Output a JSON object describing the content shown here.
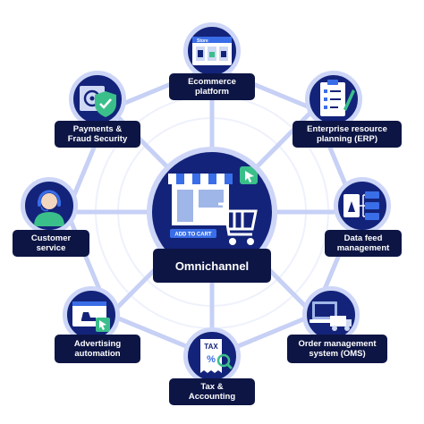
{
  "center": {
    "label": "Omnichannel",
    "cart_button": "ADD TO CART"
  },
  "nodes": [
    {
      "label": "Ecommerce\nplatform",
      "icon": "store-icon",
      "store_text": "Store"
    },
    {
      "label": "Enterprise resource\nplanning (ERP)",
      "icon": "checklist-icon"
    },
    {
      "label": "Data feed\nmanagement",
      "icon": "data-feed-icon"
    },
    {
      "label": "Order management\nsystem (OMS)",
      "icon": "laptop-truck-icon"
    },
    {
      "label": "Tax &\nAccounting",
      "icon": "tax-receipt-icon",
      "tax_text": "TAX"
    },
    {
      "label": "Advertising\nautomation",
      "icon": "ad-cursor-icon"
    },
    {
      "label": "Customer\nservice",
      "icon": "headset-agent-icon"
    },
    {
      "label": "Payments &\nFraud Security",
      "icon": "safe-shield-icon"
    }
  ],
  "colors": {
    "node_fill": "#13237a",
    "node_ring": "#cdd6f7",
    "label_bg": "#0d1544",
    "connector": "#c7d0f5",
    "accent_green": "#3bbf8a"
  }
}
